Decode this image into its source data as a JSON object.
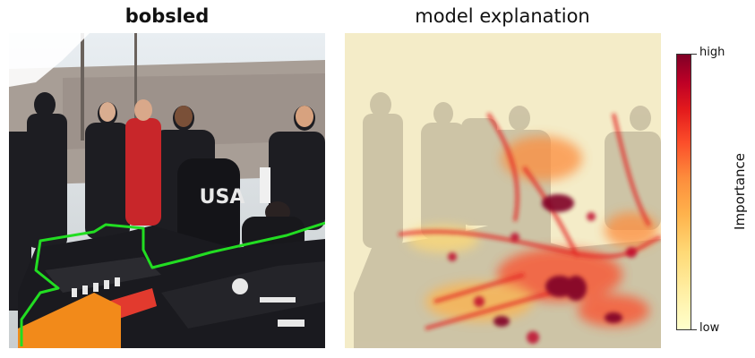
{
  "left_panel": {
    "title": "bobsled"
  },
  "right_panel": {
    "title": "model explanation"
  },
  "colorbar": {
    "label": "Importance",
    "high_label": "high",
    "low_label": "low",
    "colormap": [
      "#ffffcc",
      "#ffeda0",
      "#fed976",
      "#feb24c",
      "#fd8d3c",
      "#fc4e2a",
      "#e31a1c",
      "#bd0026",
      "#800026"
    ]
  },
  "colors": {
    "segmentation_outline": "#22dd22",
    "sled_body": "#1a1a1f",
    "orange_box": "#f28a1a"
  }
}
